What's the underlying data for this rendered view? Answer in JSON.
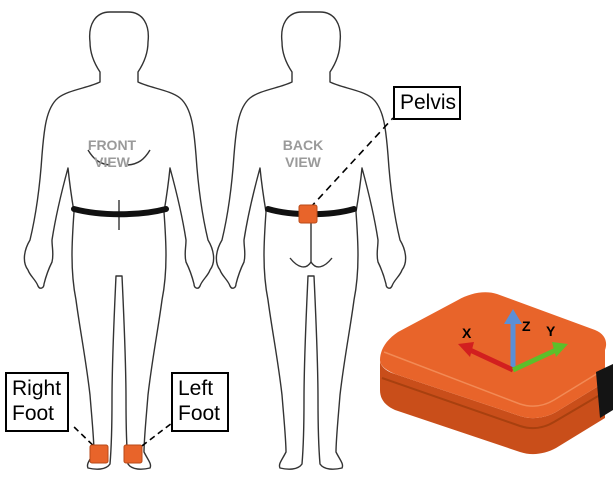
{
  "labels": {
    "front_view": [
      "FRONT",
      "VIEW"
    ],
    "back_view": [
      "BACK",
      "VIEW"
    ],
    "pelvis": "Pelvis",
    "right_foot": [
      "Right",
      "Foot"
    ],
    "left_foot": [
      "Left",
      "Foot"
    ]
  },
  "axes": {
    "x": "X",
    "y": "Y",
    "z": "Z"
  },
  "colors": {
    "sensor": "#e8642a",
    "belt": "#111111",
    "outline": "#333333",
    "axis_x": "#d21f1f",
    "axis_y": "#5cbf2a",
    "axis_z": "#5b8fd6"
  }
}
